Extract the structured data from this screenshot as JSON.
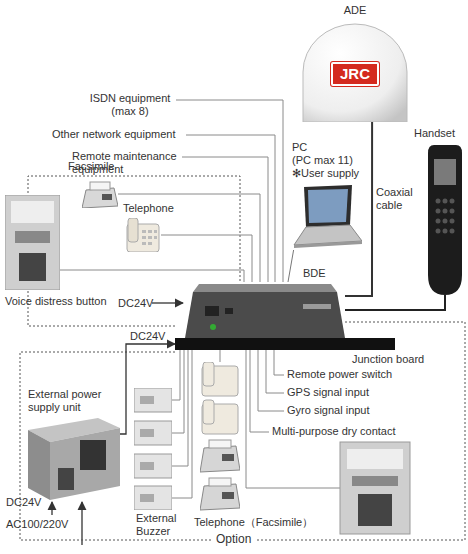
{
  "diagram": {
    "nodes": [
      {
        "text": [
          "ADE",
          "JRC"
        ]
      },
      {
        "text": [
          "BDE"
        ]
      },
      {
        "text": [
          "Junction board"
        ]
      },
      {
        "text": [
          "Handset"
        ]
      },
      {
        "text": [
          "PC",
          "(PC max 11)",
          "✻User supply"
        ]
      },
      {
        "text": [
          "Facsimile"
        ]
      },
      {
        "text": [
          "Telephone"
        ]
      },
      {
        "text": [
          "Voice distress button"
        ]
      },
      {
        "text": [
          "External power supply unit"
        ]
      },
      {
        "text": [
          "External Buzzer"
        ]
      },
      {
        "text": [
          "Telephone（Facsimile）"
        ]
      }
    ],
    "edges": [
      {
        "from": 0,
        "to": 1,
        "label": "Coaxial cable",
        "arrow": "none"
      },
      {
        "from": 1,
        "to": 3,
        "arrow": "none"
      },
      {
        "from": 1,
        "to": 4,
        "arrow": "none"
      },
      {
        "from": 5,
        "to": 1,
        "arrow": "none"
      },
      {
        "from": 6,
        "to": 1,
        "arrow": "none"
      },
      {
        "from": 7,
        "to": 1,
        "arrow": "none"
      },
      {
        "from": 8,
        "to": 2,
        "label": "DC24V",
        "arrow": "to"
      },
      {
        "from": 9,
        "to": 2,
        "arrow": "none"
      },
      {
        "from": 10,
        "to": 2,
        "arrow": "none"
      }
    ],
    "labels": [
      "ISDN equipment (max 8)",
      "Other network equipment",
      "Remote maintenance equipment",
      "DC24V",
      "DC24V",
      "AC100/220V",
      "Remote power switch",
      "GPS signal input",
      "Gyro signal input",
      "Multi-purpose dry contact",
      "Option"
    ]
  }
}
